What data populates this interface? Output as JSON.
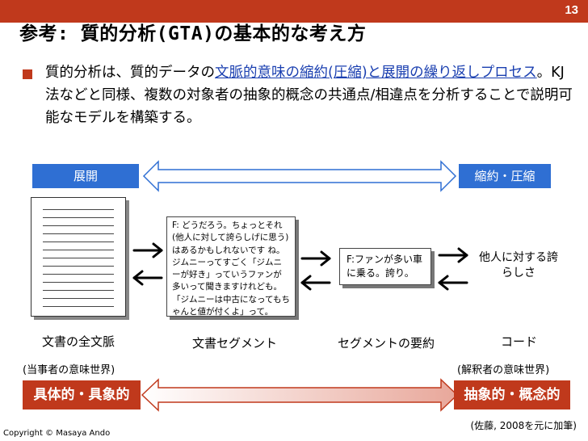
{
  "page_number": "13",
  "title": "参考: 質的分析(GTA)の基本的な考え方",
  "paragraph": {
    "pre": "質的分析は、質的データの",
    "highlight": "文脈的意味の縮約(圧縮)と展開の繰り返しプロセス",
    "post": "。KJ法などと同様、複数の対象者の抽象的概念の共通点/相違点を分析することで説明可能なモデルを構築する。"
  },
  "top_arrow": {
    "left_label": "展開",
    "right_label": "縮約・圧縮",
    "color": "#2f6fd3"
  },
  "segment_text": "F: どうだろう。ちょっとそれ(他人に対して誇らしげに思う)はあるかもしれないです ね。ジムニーってすごく「ジムニーが好き」っていうファンが多いって聞きますけれども。「ジムニーは中古になってもちゃんと値が付くよ」って。",
  "summary_text": "F:ファンが多い車に乗る。誇り。",
  "code_text": "他人に対する誇らしさ",
  "captions": {
    "doc": "文書の全文脈",
    "segment": "文書セグメント",
    "summary": "セグメントの要約",
    "code": "コード"
  },
  "worlds": {
    "left": "(当事者の意味世界)",
    "right": "(解釈者の意味世界)"
  },
  "bottom_arrow": {
    "left_label": "具体的・具象的",
    "right_label": "抽象的・概念的",
    "color": "#c0391c"
  },
  "citation": "(佐藤, 2008を元に加筆)",
  "copyright": "Copyright ©  Masaya Ando"
}
